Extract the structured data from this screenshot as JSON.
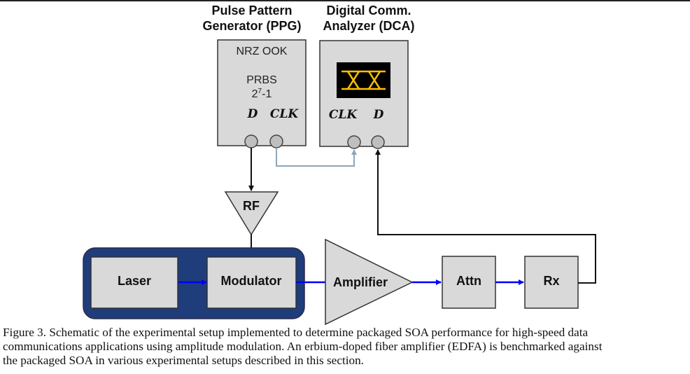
{
  "instruments": {
    "ppg": {
      "title_line1": "Pulse Pattern",
      "title_line2": "Generator (PPG)",
      "modulation": "NRZ OOK",
      "pattern_label": "PRBS",
      "pattern_base": "2",
      "pattern_exp": "7",
      "pattern_suffix": "-1",
      "port_data": "D",
      "port_clock": "CLK"
    },
    "dca": {
      "title_line1": "Digital Comm.",
      "title_line2": "Analyzer (DCA)",
      "port_clock": "CLK",
      "port_data": "D",
      "screen_icon": "eye-diagram-icon"
    }
  },
  "blocks": {
    "rf": "RF",
    "laser": "Laser",
    "modulator": "Modulator",
    "amplifier": "Amplifier",
    "attenuator": "Attn",
    "receiver": "Rx"
  },
  "colors": {
    "block_fill": "#d9d9d9",
    "package_fill": "#1f3d7a",
    "optical_link": "#0000ff",
    "clock_link": "#8ea6b8",
    "eye_trace": "#ffc000",
    "eye_screen": "#000000"
  },
  "caption": {
    "line1": "Figure 3. Schematic of the experimental setup implemented to determine packaged SOA performance for high-speed data",
    "line2": "communications applications using amplitude modulation.  An erbium-doped fiber amplifier (EDFA) is benchmarked against",
    "line3": "the packaged SOA in various experimental setups described in this section."
  }
}
